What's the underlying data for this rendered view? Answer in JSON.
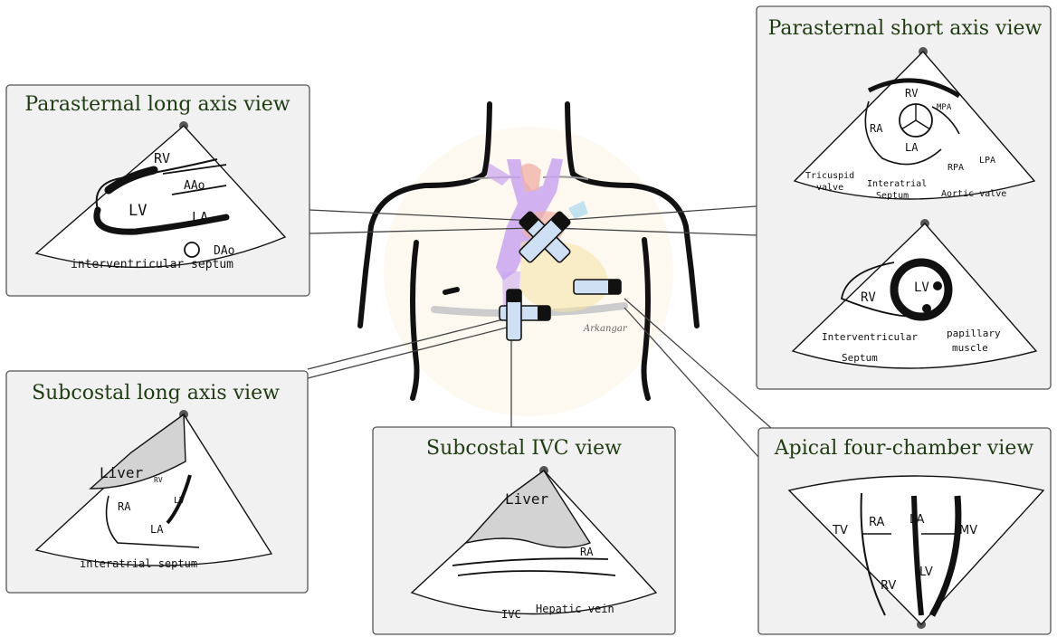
{
  "panels": {
    "plax": {
      "title": "Parasternal long axis view",
      "labels": {
        "rv": "RV",
        "aao": "AAo",
        "lv": "LV",
        "la": "LA",
        "dao": "DAo",
        "ivs": "interventricular septum"
      }
    },
    "psax": {
      "title": "Parasternal short axis view",
      "labels": {
        "rv": "RV",
        "ra": "RA",
        "la": "LA",
        "mpa": "MPA",
        "rpa": "RPA",
        "lpa": "LPA",
        "tricuspid_1": "Tricuspid",
        "tricuspid_2": "valve",
        "ias_1": "Interatrial",
        "ias_2": "Septum",
        "aortic": "Aortic valve"
      }
    },
    "psax_mid": {
      "labels": {
        "rv": "RV",
        "lv": "LV",
        "ivs_1": "Interventricular",
        "ivs_2": "Septum",
        "pap_1": "papillary",
        "pap_2": "muscle"
      }
    },
    "subcostal_long": {
      "title": "Subcostal long axis view",
      "labels": {
        "liver": "Liver",
        "rv": "RV",
        "ra": "RA",
        "lv": "LV",
        "la": "LA",
        "ias": "interatrial septum"
      }
    },
    "subcostal_ivc": {
      "title": "Subcostal IVC view",
      "labels": {
        "liver": "Liver",
        "ra": "RA",
        "ivc": "IVC",
        "hepatic": "Hepatic vein"
      }
    },
    "apical4": {
      "title": "Apical four-chamber view",
      "labels": {
        "tv": "TV",
        "ra": "RA",
        "la": "LA",
        "mv": "MV",
        "rv": "RV",
        "lv": "LV"
      }
    }
  },
  "signature": "Arkangar",
  "colors": {
    "panel_bg": "#f1f1f1",
    "panel_border": "#555555",
    "title": "#1f3b12",
    "probe_body": "#cfe0f5",
    "heart_purple": "#c9a4ee",
    "heart_red": "#f0b3a8"
  }
}
